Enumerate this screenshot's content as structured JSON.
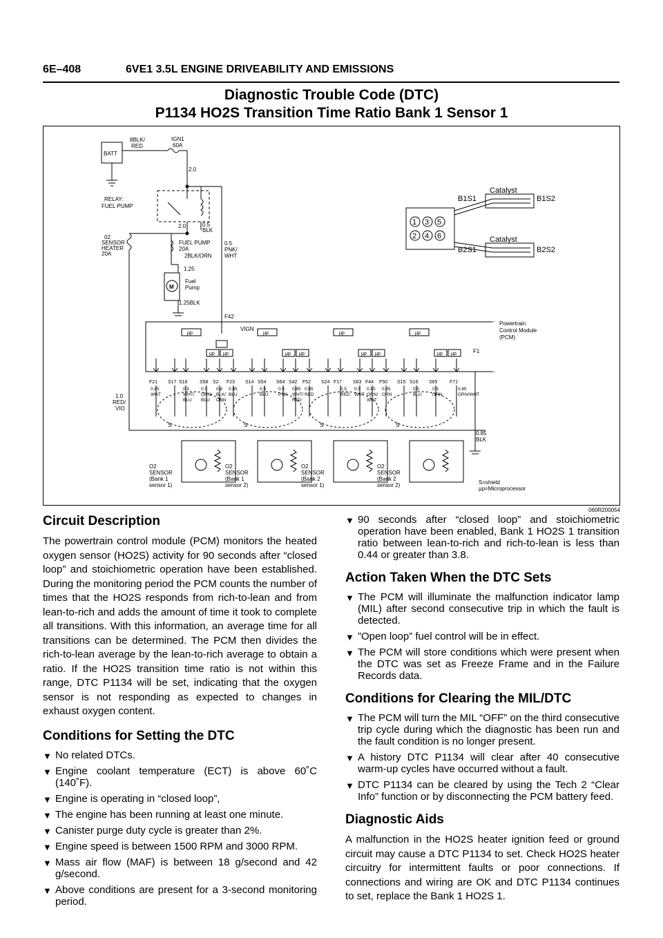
{
  "header": {
    "page_code": "6E–408",
    "section_title": "6VE1 3.5L ENGINE DRIVEABILITY AND EMISSIONS"
  },
  "title": {
    "line1": "Diagnostic Trouble Code (DTC)",
    "line2": "P1134 HO2S Transition Time Ratio Bank 1 Sensor 1"
  },
  "diagram": {
    "figure_id": "060R200054",
    "labels": {
      "batt": "BATT",
      "wire_8blk_1": "8BLK/",
      "wire_8blk_2": "RED",
      "ign1": "IGN1",
      "ign1_amp": "60A",
      "w20a": "2.0",
      "w20b": "2.0",
      "w05blk_1": "0.5",
      "w05blk_2": "BLK",
      "relay_1": "RELAY:",
      "relay_2": "FUEL PUMP",
      "o2h_1": "02",
      "o2h_2": "SENSOR",
      "o2h_3": "HEATER",
      "o2h_4": "20A",
      "fp_fuse_1": "FUEL PUMP",
      "fp_fuse_2": "20A",
      "w2blkorn": "2BLK/ORN",
      "pnk_1": "0.5",
      "pnk_2": "PNK/",
      "pnk_3": "WHT",
      "w125": "1.25",
      "motor": "M",
      "fuel_1": "Fuel",
      "fuel_2": "Pump",
      "w125blk": "1.25BLK",
      "f42": "F42",
      "vign": "VIGN",
      "pcm_1": "Powertrain",
      "pcm_2": "Control Module",
      "pcm_3": "(PCM)",
      "f1": "F1",
      "b1s1": "B1S1",
      "b1s2": "B1S2",
      "b2s1": "B2S1",
      "b2s2": "B2S2",
      "catalyst": "Catalyst",
      "cyl": [
        "1",
        "3",
        "5",
        "2",
        "4",
        "6"
      ],
      "up": "μp",
      "w10_1": "1.0",
      "w10_2": "RED/",
      "w10_3": "VIO",
      "s": "S",
      "w085blk_1": "0.85",
      "w085blk_2": "BLK",
      "legend_1": "S=shield",
      "legend_2": "μp=Microprocessor",
      "pins": [
        "F21",
        "S17",
        "S18",
        "S58",
        "S2",
        "F23",
        "S14",
        "S54",
        "S64",
        "S42",
        "F52",
        "S24",
        "F17",
        "S63",
        "F44",
        "F50",
        "S15",
        "S16",
        "S65",
        "F71"
      ],
      "wires": [
        [
          "0.85",
          "WHT"
        ],
        [
          "0.5",
          "WHT/",
          "BLU"
        ],
        [
          "0.5",
          "ORN/",
          "BLU"
        ],
        [
          "0.8",
          "BLK/",
          "ORN"
        ],
        [
          "0.85",
          "BLU"
        ],
        [
          "0.5",
          "BLU"
        ],
        [
          "0.5",
          "PNK"
        ],
        [
          "0.85",
          "WHT/",
          "RED"
        ],
        [
          "0.85",
          "RED"
        ],
        [
          "0.5",
          "RED"
        ],
        [
          "0.5",
          "WHT"
        ],
        [
          "0.85",
          "ORN/",
          "WHT"
        ],
        [
          "0.85",
          "ORN"
        ],
        [
          "0.5",
          "BLU"
        ],
        [
          "0.5",
          "GRN"
        ],
        [
          "0.85",
          "GRN/WHT"
        ]
      ],
      "sensors": [
        [
          "O2",
          "SENSOR",
          "(Bank 1",
          "sensor 1)"
        ],
        [
          "O2",
          "SENSOR",
          "(Bank 1",
          "sensor 2)"
        ],
        [
          "O2",
          "SENSOR",
          "(Bank 2",
          "sensor 1)"
        ],
        [
          "O2",
          "SENSOR",
          "(Bank 2",
          "sensor 2)"
        ]
      ]
    }
  },
  "left": {
    "circuit_heading": "Circuit Description",
    "circuit_text": "The powertrain control module (PCM) monitors the heated oxygen sensor (HO2S) activity for 90 seconds after “closed loop” and stoichiometric operation have been established. During the monitoring period the PCM counts the number of times that the HO2S responds from rich-to-lean and from lean-to-rich and adds the amount of time it took to complete all transitions. With this information, an average time for all transitions can be determined. The PCM then divides the rich-to-lean average by the lean-to-rich average to obtain a ratio. If the HO2S transition time ratio is not within this range, DTC P1134 will be set, indicating that the oxygen sensor is not responding as expected to changes in exhaust oxygen content.",
    "setting_heading": "Conditions for Setting the DTC",
    "setting_items": [
      "No related DTCs.",
      "Engine coolant temperature (ECT) is above 60˚C (140˚F).",
      "Engine is operating in “closed loop”,",
      "The engine has been running at least one minute.",
      "Canister purge duty cycle is greater than 2%.",
      "Engine speed is between 1500 RPM and 3000 RPM.",
      "Mass air flow (MAF) is between 18 g/second and 42 g/second.",
      "Above conditions are present for a 3-second monitoring period."
    ]
  },
  "right": {
    "setting_continued": "90 seconds after “closed loop” and stoichiometric operation have been enabled, Bank 1 HO2S 1 transition ratio between lean-to-rich and rich-to-lean is less than 0.44 or greater than 3.8.",
    "action_heading": "Action Taken When the DTC Sets",
    "action_items": [
      "The PCM will illuminate the malfunction indicator lamp (MIL) after second consecutive trip in which the fault is detected.",
      "”Open loop” fuel control will be in effect.",
      "The PCM will store conditions which were present when the DTC was set as Freeze Frame and in the Failure Records data."
    ],
    "clearing_heading": "Conditions for Clearing the MIL/DTC",
    "clearing_items": [
      "The PCM will turn the MIL “OFF” on the third consecutive trip cycle during which the diagnostic has been run and the fault condition is no longer present.",
      "A history DTC P1134 will clear after 40 consecutive warm-up cycles have occurred without a fault.",
      "DTC P1134 can be cleared by using the Tech 2 “Clear Info” function or by disconnecting the PCM battery feed."
    ],
    "aids_heading": "Diagnostic Aids",
    "aids_text": "A malfunction in the HO2S heater ignition feed or ground circuit may cause a DTC P1134 to set. Check HO2S heater circuitry for intermittent faults or poor connections. If connections and wiring are OK and DTC P1134 continues to set, replace the Bank 1 HO2S 1."
  }
}
